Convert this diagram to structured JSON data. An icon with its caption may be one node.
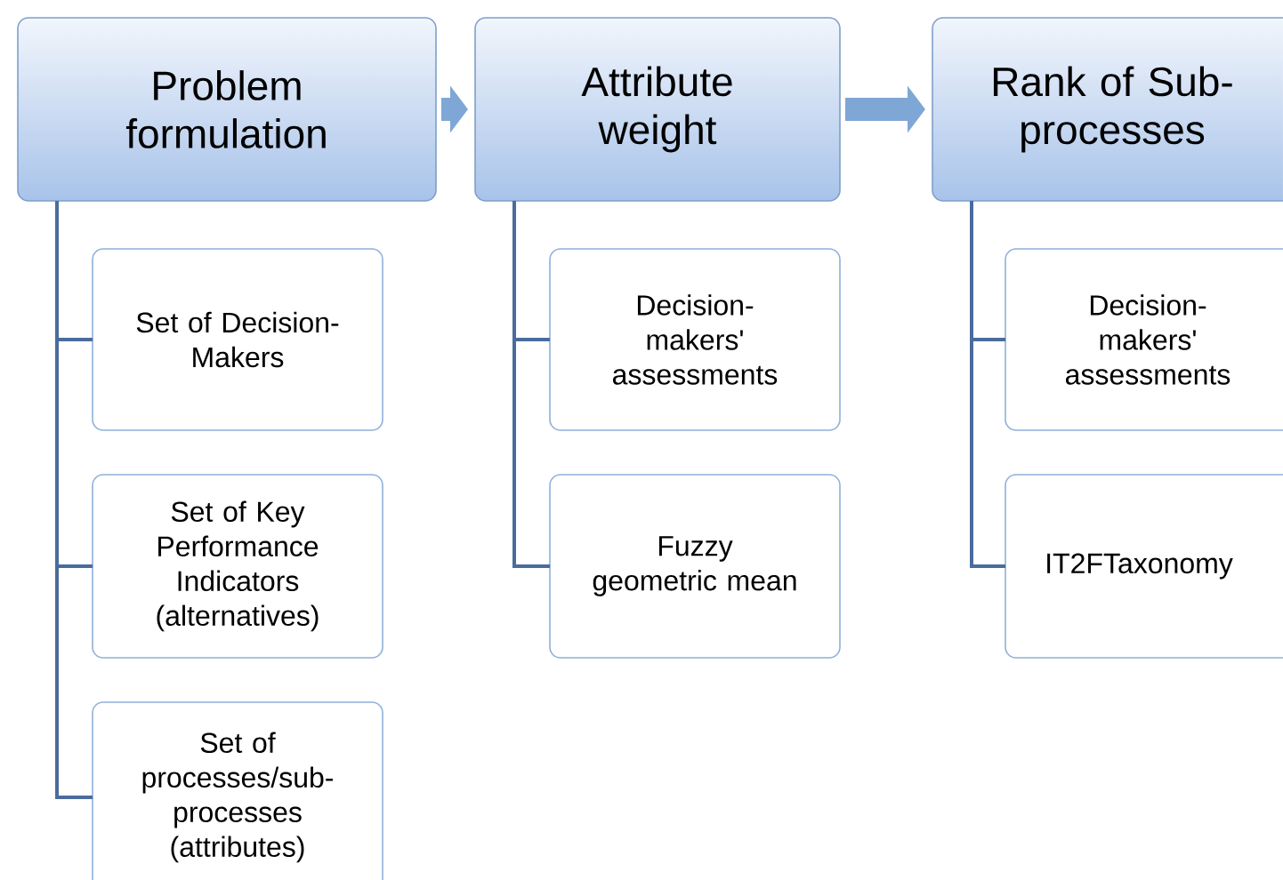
{
  "diagram": {
    "nodes": [
      {
        "text": [
          "Problem formulation"
        ]
      },
      {
        "text": [
          "Attribute weight"
        ]
      },
      {
        "text": [
          "Rank of Sub-processes"
        ]
      },
      {
        "text": [
          "Set of Decision-Makers"
        ]
      },
      {
        "text": [
          "Set of Key Performance Indicators (alternatives)"
        ]
      },
      {
        "text": [
          "Set of processes/sub-processes (attributes)"
        ]
      },
      {
        "text": [
          "Decision-makers' assessments"
        ]
      },
      {
        "text": [
          "Fuzzy geometric mean"
        ]
      },
      {
        "text": [
          "Decision-makers' assessments"
        ]
      },
      {
        "text": [
          "IT2FTaxonomy"
        ]
      }
    ],
    "edges": [
      {
        "from": 0,
        "to": 1,
        "arrow": "to",
        "style": "thick"
      },
      {
        "from": 1,
        "to": 2,
        "arrow": "to",
        "style": "thick"
      },
      {
        "from": 0,
        "to": 3,
        "arrow": "none"
      },
      {
        "from": 0,
        "to": 4,
        "arrow": "none"
      },
      {
        "from": 0,
        "to": 5,
        "arrow": "none"
      },
      {
        "from": 1,
        "to": 6,
        "arrow": "none"
      },
      {
        "from": 1,
        "to": 7,
        "arrow": "none"
      },
      {
        "from": 2,
        "to": 8,
        "arrow": "none"
      },
      {
        "from": 2,
        "to": 9,
        "arrow": "none"
      }
    ]
  }
}
